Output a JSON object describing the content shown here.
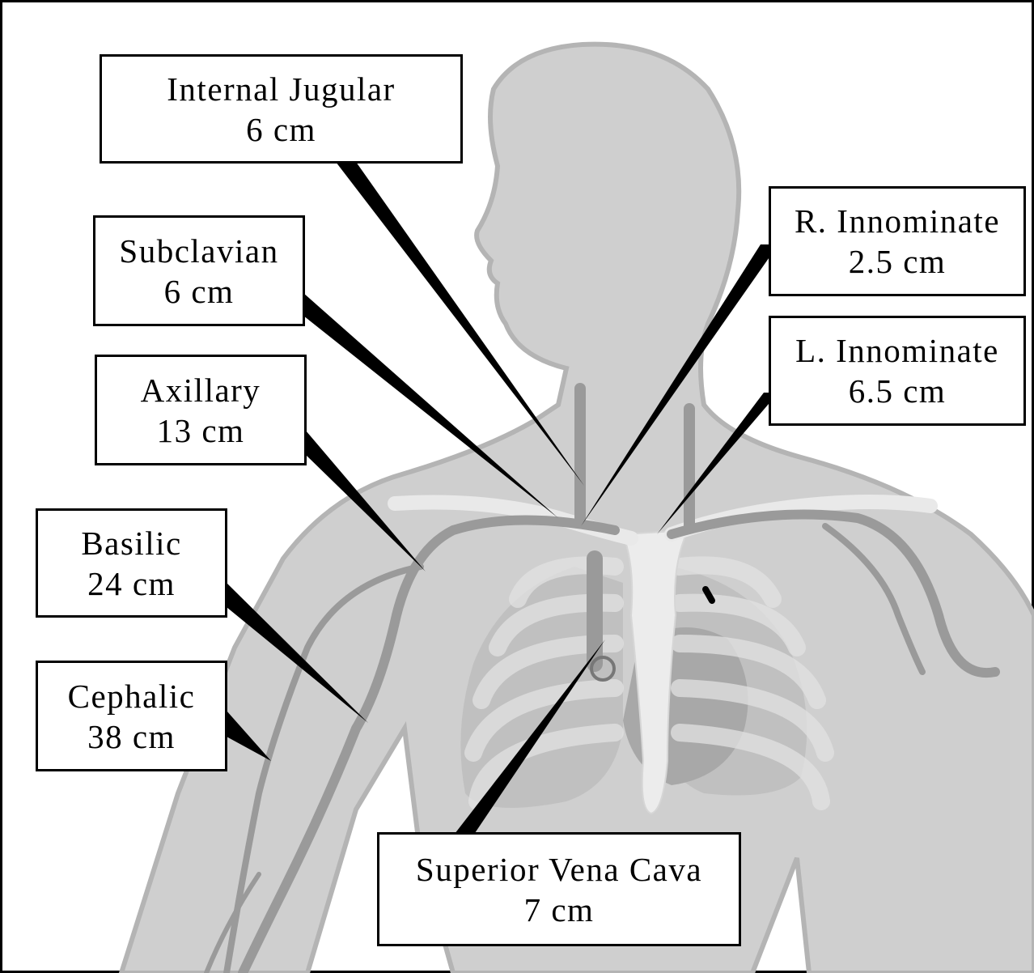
{
  "labels": {
    "internal_jugular": {
      "name": "Internal Jugular",
      "length": "6 cm"
    },
    "subclavian": {
      "name": "Subclavian",
      "length": "6 cm"
    },
    "axillary": {
      "name": "Axillary",
      "length": "13 cm"
    },
    "basilic": {
      "name": "Basilic",
      "length": "24 cm"
    },
    "cephalic": {
      "name": "Cephalic",
      "length": "38 cm"
    },
    "r_innominate": {
      "name": "R. Innominate",
      "length": "2.5 cm"
    },
    "l_innominate": {
      "name": "L. Innominate",
      "length": "6.5 cm"
    },
    "svc": {
      "name": "Superior Vena Cava",
      "length": "7 cm"
    }
  },
  "colors": {
    "body_fill": "#cfcfcf",
    "body_outline": "#b4b4b4",
    "vein": "#9a9a9a",
    "bone": "#e9e9e9",
    "lung": "#bdbdbd",
    "heart": "#a8a8a8",
    "pointer": "#000000"
  }
}
